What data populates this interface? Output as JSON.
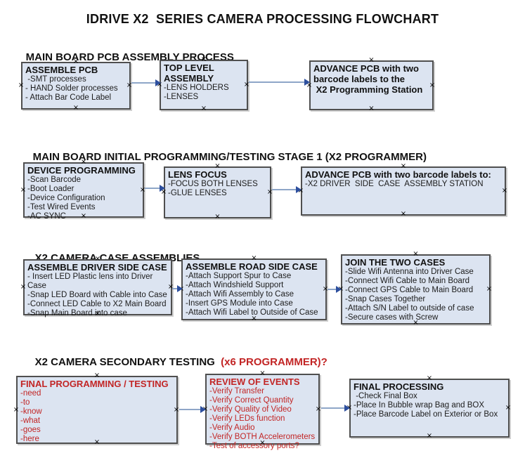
{
  "title": "IDRIVE X2  SERIES CAMERA PROCESSING FLOWCHART",
  "colors": {
    "box_fill": "#dce4f1",
    "box_border": "#4f4f4f",
    "arrow_line": "#8ea6c8",
    "arrow_head": "#2d4f9e",
    "red_text": "#c22525"
  },
  "sections": [
    {
      "header": "MAIN BOARD PCB ASSEMBLY PROCESS",
      "boxes": [
        {
          "title": "ASSEMBLE PCB",
          "items": [
            " -SMT processes",
            "- HAND Solder processes",
            "- Attach Bar Code Label"
          ]
        },
        {
          "title": "TOP LEVEL ASSEMBLY",
          "items": [
            "-LENS HOLDERS",
            "-LENSES"
          ]
        },
        {
          "title": "ADVANCE PCB with two\nbarcode labels to the\n X2 Programming Station",
          "items": []
        }
      ]
    },
    {
      "header": "MAIN BOARD INITIAL PROGRAMMING/TESTING STAGE 1 (X2 PROGRAMMER)",
      "boxes": [
        {
          "title": "DEVICE PROGRAMMING",
          "items": [
            "-Scan Barcode",
            "-Boot Loader",
            "-Device Configuration",
            "-Test Wired Events",
            "-AC SYNC"
          ]
        },
        {
          "title": "LENS FOCUS",
          "items": [
            "-FOCUS BOTH LENSES",
            "-GLUE LENSES"
          ]
        },
        {
          "title": "ADVANCE PCB with two barcode labels to:",
          "items": [
            "-X2 DRIVER  SIDE  CASE  ASSEMBLY STATION"
          ]
        }
      ]
    },
    {
      "header": "X2 CAMERA CASE ASSEMBLIES",
      "boxes": [
        {
          "title": "ASSEMBLE DRIVER SIDE CASE",
          "items": [
            "- Insert LED Plastic lens into Driver Case",
            "-Snap LED Board with Cable into Case",
            "-Connect LED Cable to X2 Main Board",
            "-Snap Main Board into case"
          ]
        },
        {
          "title": "ASSEMBLE ROAD SIDE CASE",
          "items": [
            "-Attach Support Spur to Case",
            "-Attach Windshield Support",
            "-Attach Wifi Assembly to Case",
            "-Insert GPS Module into Case",
            "-Attach Wifi Label to Outside of Case"
          ]
        },
        {
          "title": "JOIN THE TWO CASES",
          "items": [
            "-Slide Wifi Antenna into Driver Case",
            "-Connect Wifi Cable to Main Board",
            "-Connect GPS Cable to Main Board",
            "-Snap Cases Together",
            "-Attach S/N Label to outside of case",
            "-Secure cases with Screw"
          ]
        }
      ]
    },
    {
      "header": "X2 CAMERA SECONDARY TESTING",
      "header_red": "  (x6 PROGRAMMER)?",
      "boxes": [
        {
          "title": "FINAL PROGRAMMING / TESTING",
          "items": [
            "-need",
            "-to",
            "-know",
            "-what",
            "-goes",
            "-here"
          ]
        },
        {
          "title": "REVIEW OF EVENTS",
          "items": [
            "-Verify Transfer",
            "-Verify Correct Quantity",
            "-Verify Quality of Video",
            "-Verify LEDs function",
            "-Verify Audio",
            "-Verify BOTH Accelerometers",
            "-Test of accessory ports?"
          ]
        },
        {
          "title": "FINAL PROCESSING",
          "items": [
            " -Check Final Box",
            "-Place In Bubble wrap Bag and BOX",
            "-Place Barcode Label on Exterior or Box"
          ]
        }
      ]
    }
  ]
}
